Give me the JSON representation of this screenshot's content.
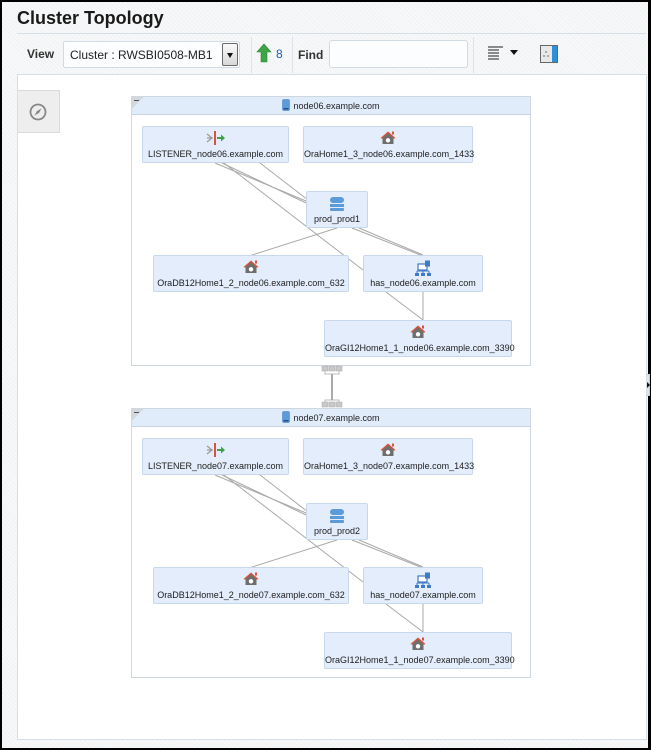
{
  "page": {
    "title": "Cluster Topology"
  },
  "toolbar": {
    "view_label": "View",
    "view_selected": "Cluster : RWSBI0508-MB1",
    "up_count": "8",
    "find_label": "Find",
    "find_value": "",
    "find_placeholder": ""
  },
  "icons": {
    "overview": "compass-icon",
    "up": "up-arrow-icon",
    "layout": "layout-menu-icon",
    "export": "export-icon",
    "host": "server-icon",
    "listener": "listener-icon",
    "home": "oracle-home-icon",
    "database": "database-icon",
    "has": "network-hierarchy-icon",
    "interconnect": "interconnect-switch-icon"
  },
  "colors": {
    "accent_blue": "#1f5ba8",
    "node_fill": "#e3edfb",
    "header_fill": "#e1ecfb",
    "edge": "#a9a9a9",
    "home_red": "#d8533a",
    "up_green": "#3fa447"
  },
  "groups": [
    {
      "host": "node06.example.com",
      "targets": {
        "listener": "LISTENER_node06.example.com",
        "orahome": "OraHome1_3_node06.example.com_1433",
        "database": "prod_prod1",
        "oradb": "OraDB12Home1_2_node06.example.com_632",
        "has": "has_node06.example.com",
        "oragi": "OraGI12Home1_1_node06.example.com_3390"
      }
    },
    {
      "host": "node07.example.com",
      "targets": {
        "listener": "LISTENER_node07.example.com",
        "orahome": "OraHome1_3_node07.example.com_1433",
        "database": "prod_prod2",
        "oradb": "OraDB12Home1_2_node07.example.com_632",
        "has": "has_node07.example.com",
        "oragi": "OraGI12Home1_1_node07.example.com_3390"
      }
    }
  ],
  "edges": [
    [
      "listener",
      "database"
    ],
    [
      "listener",
      "database"
    ],
    [
      "listener",
      "database"
    ],
    [
      "listener",
      "has"
    ],
    [
      "database",
      "oradb"
    ],
    [
      "database",
      "has"
    ],
    [
      "database",
      "has"
    ],
    [
      "has",
      "oragi"
    ],
    [
      "has",
      "oragi"
    ]
  ]
}
